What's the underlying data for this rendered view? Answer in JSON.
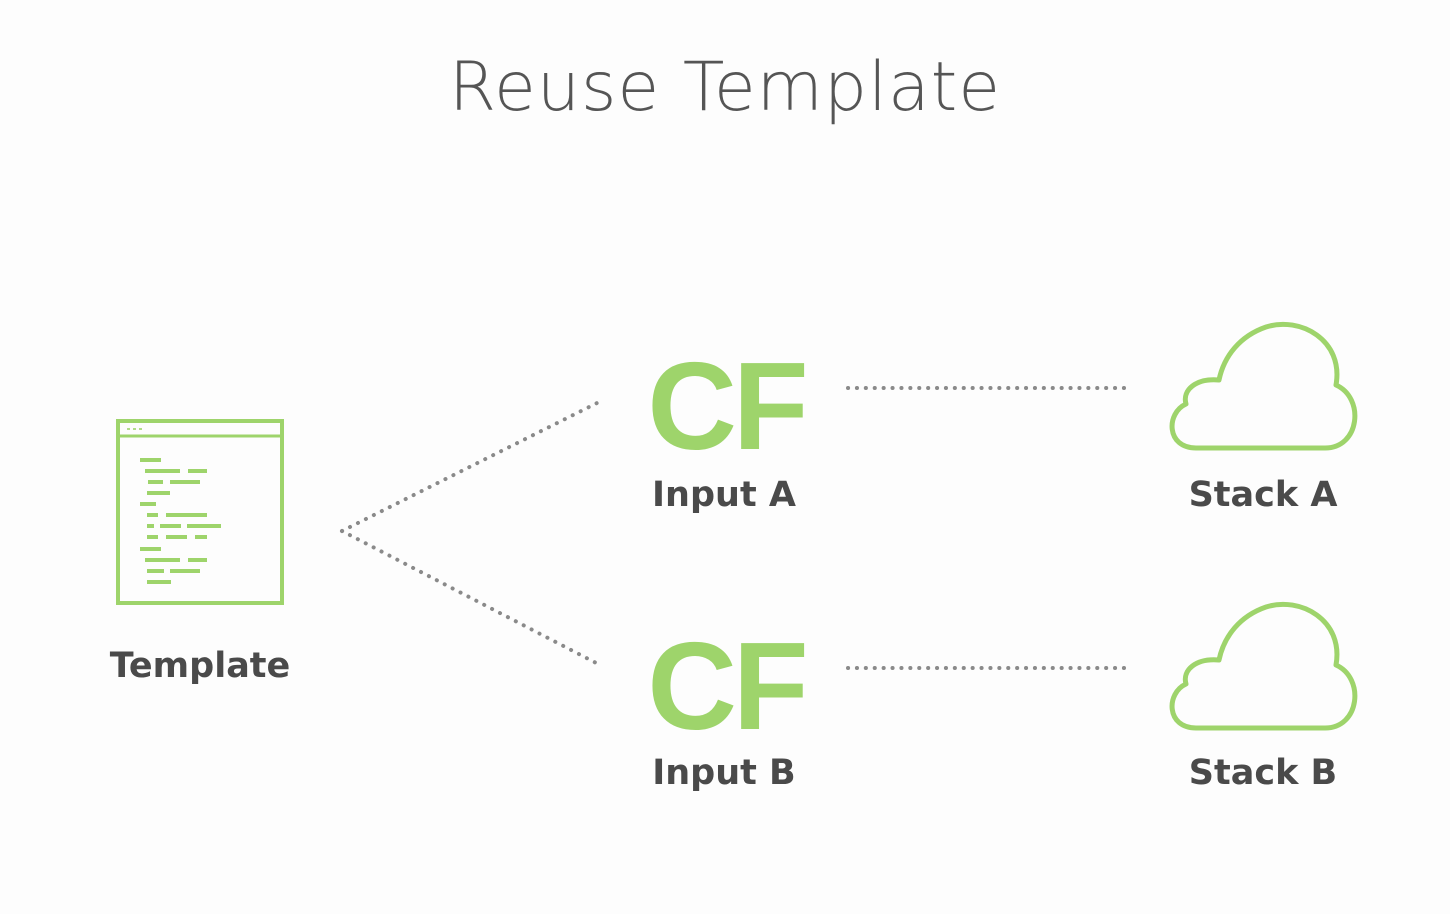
{
  "title": "Reuse Template",
  "accent_color": "#9ed46b",
  "line_color": "#8a8a8a",
  "template": {
    "label": "Template",
    "icon": "template-document-icon"
  },
  "inputs": [
    {
      "code": "CF",
      "label": "Input A",
      "icon": "cloudformation-icon"
    },
    {
      "code": "CF",
      "label": "Input B",
      "icon": "cloudformation-icon"
    }
  ],
  "stacks": [
    {
      "label": "Stack A",
      "icon": "cloud-icon"
    },
    {
      "label": "Stack B",
      "icon": "cloud-icon"
    }
  ]
}
